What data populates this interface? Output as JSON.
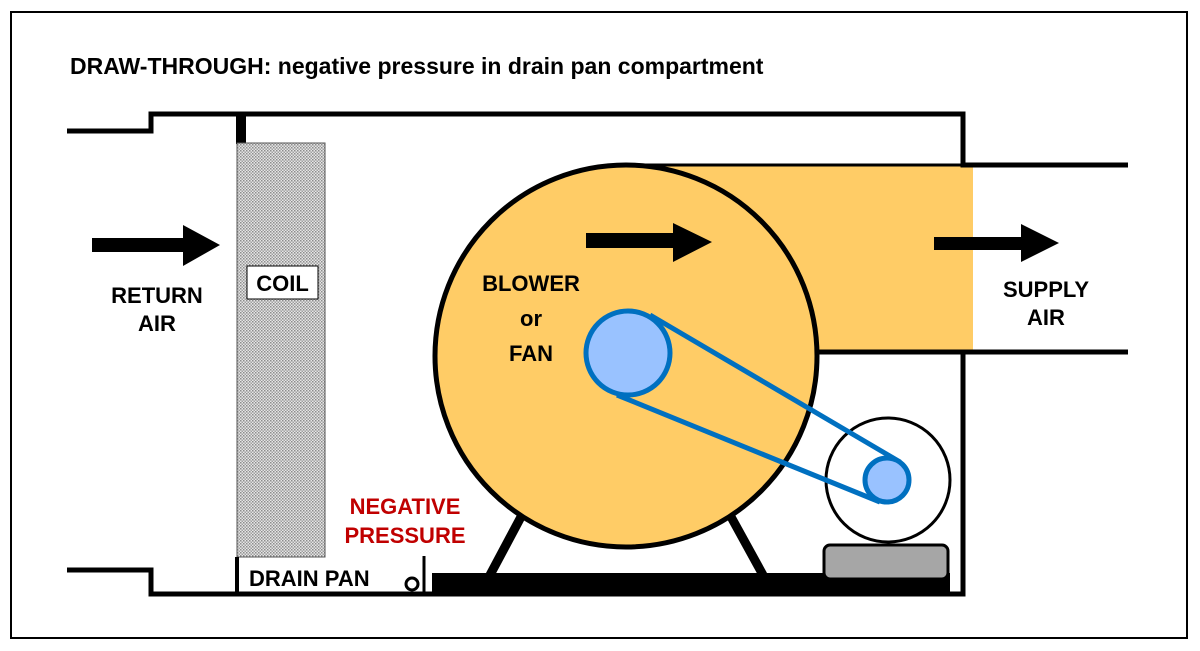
{
  "title": "DRAW-THROUGH: negative pressure in drain pan compartment",
  "labels": {
    "return_air_line1": "RETURN",
    "return_air_line2": "AIR",
    "coil": "COIL",
    "blower_line1": "BLOWER",
    "blower_line2": "or",
    "blower_line3": "FAN",
    "supply_air_line1": "SUPPLY",
    "supply_air_line2": "AIR",
    "negative_pressure_line1": "NEGATIVE",
    "negative_pressure_line2": "PRESSURE",
    "drain_pan": "DRAIN PAN"
  },
  "components": [
    {
      "name": "coil",
      "icon": "coil-icon"
    },
    {
      "name": "blower",
      "icon": "blower-icon"
    },
    {
      "name": "motor",
      "icon": "motor-icon"
    },
    {
      "name": "belt-drive",
      "icon": "belt-icon"
    },
    {
      "name": "drain-pan",
      "icon": "drain-pan-icon"
    },
    {
      "name": "drain-trap",
      "icon": "drain-trap-icon"
    }
  ],
  "colors": {
    "blower_fill": "#ffcc66",
    "pulley_fill": "#99c2ff",
    "belt": "#0070c0",
    "negative_pressure_text": "#c00000",
    "motor_base": "#a6a6a6",
    "coil": "#c8c8c8"
  }
}
